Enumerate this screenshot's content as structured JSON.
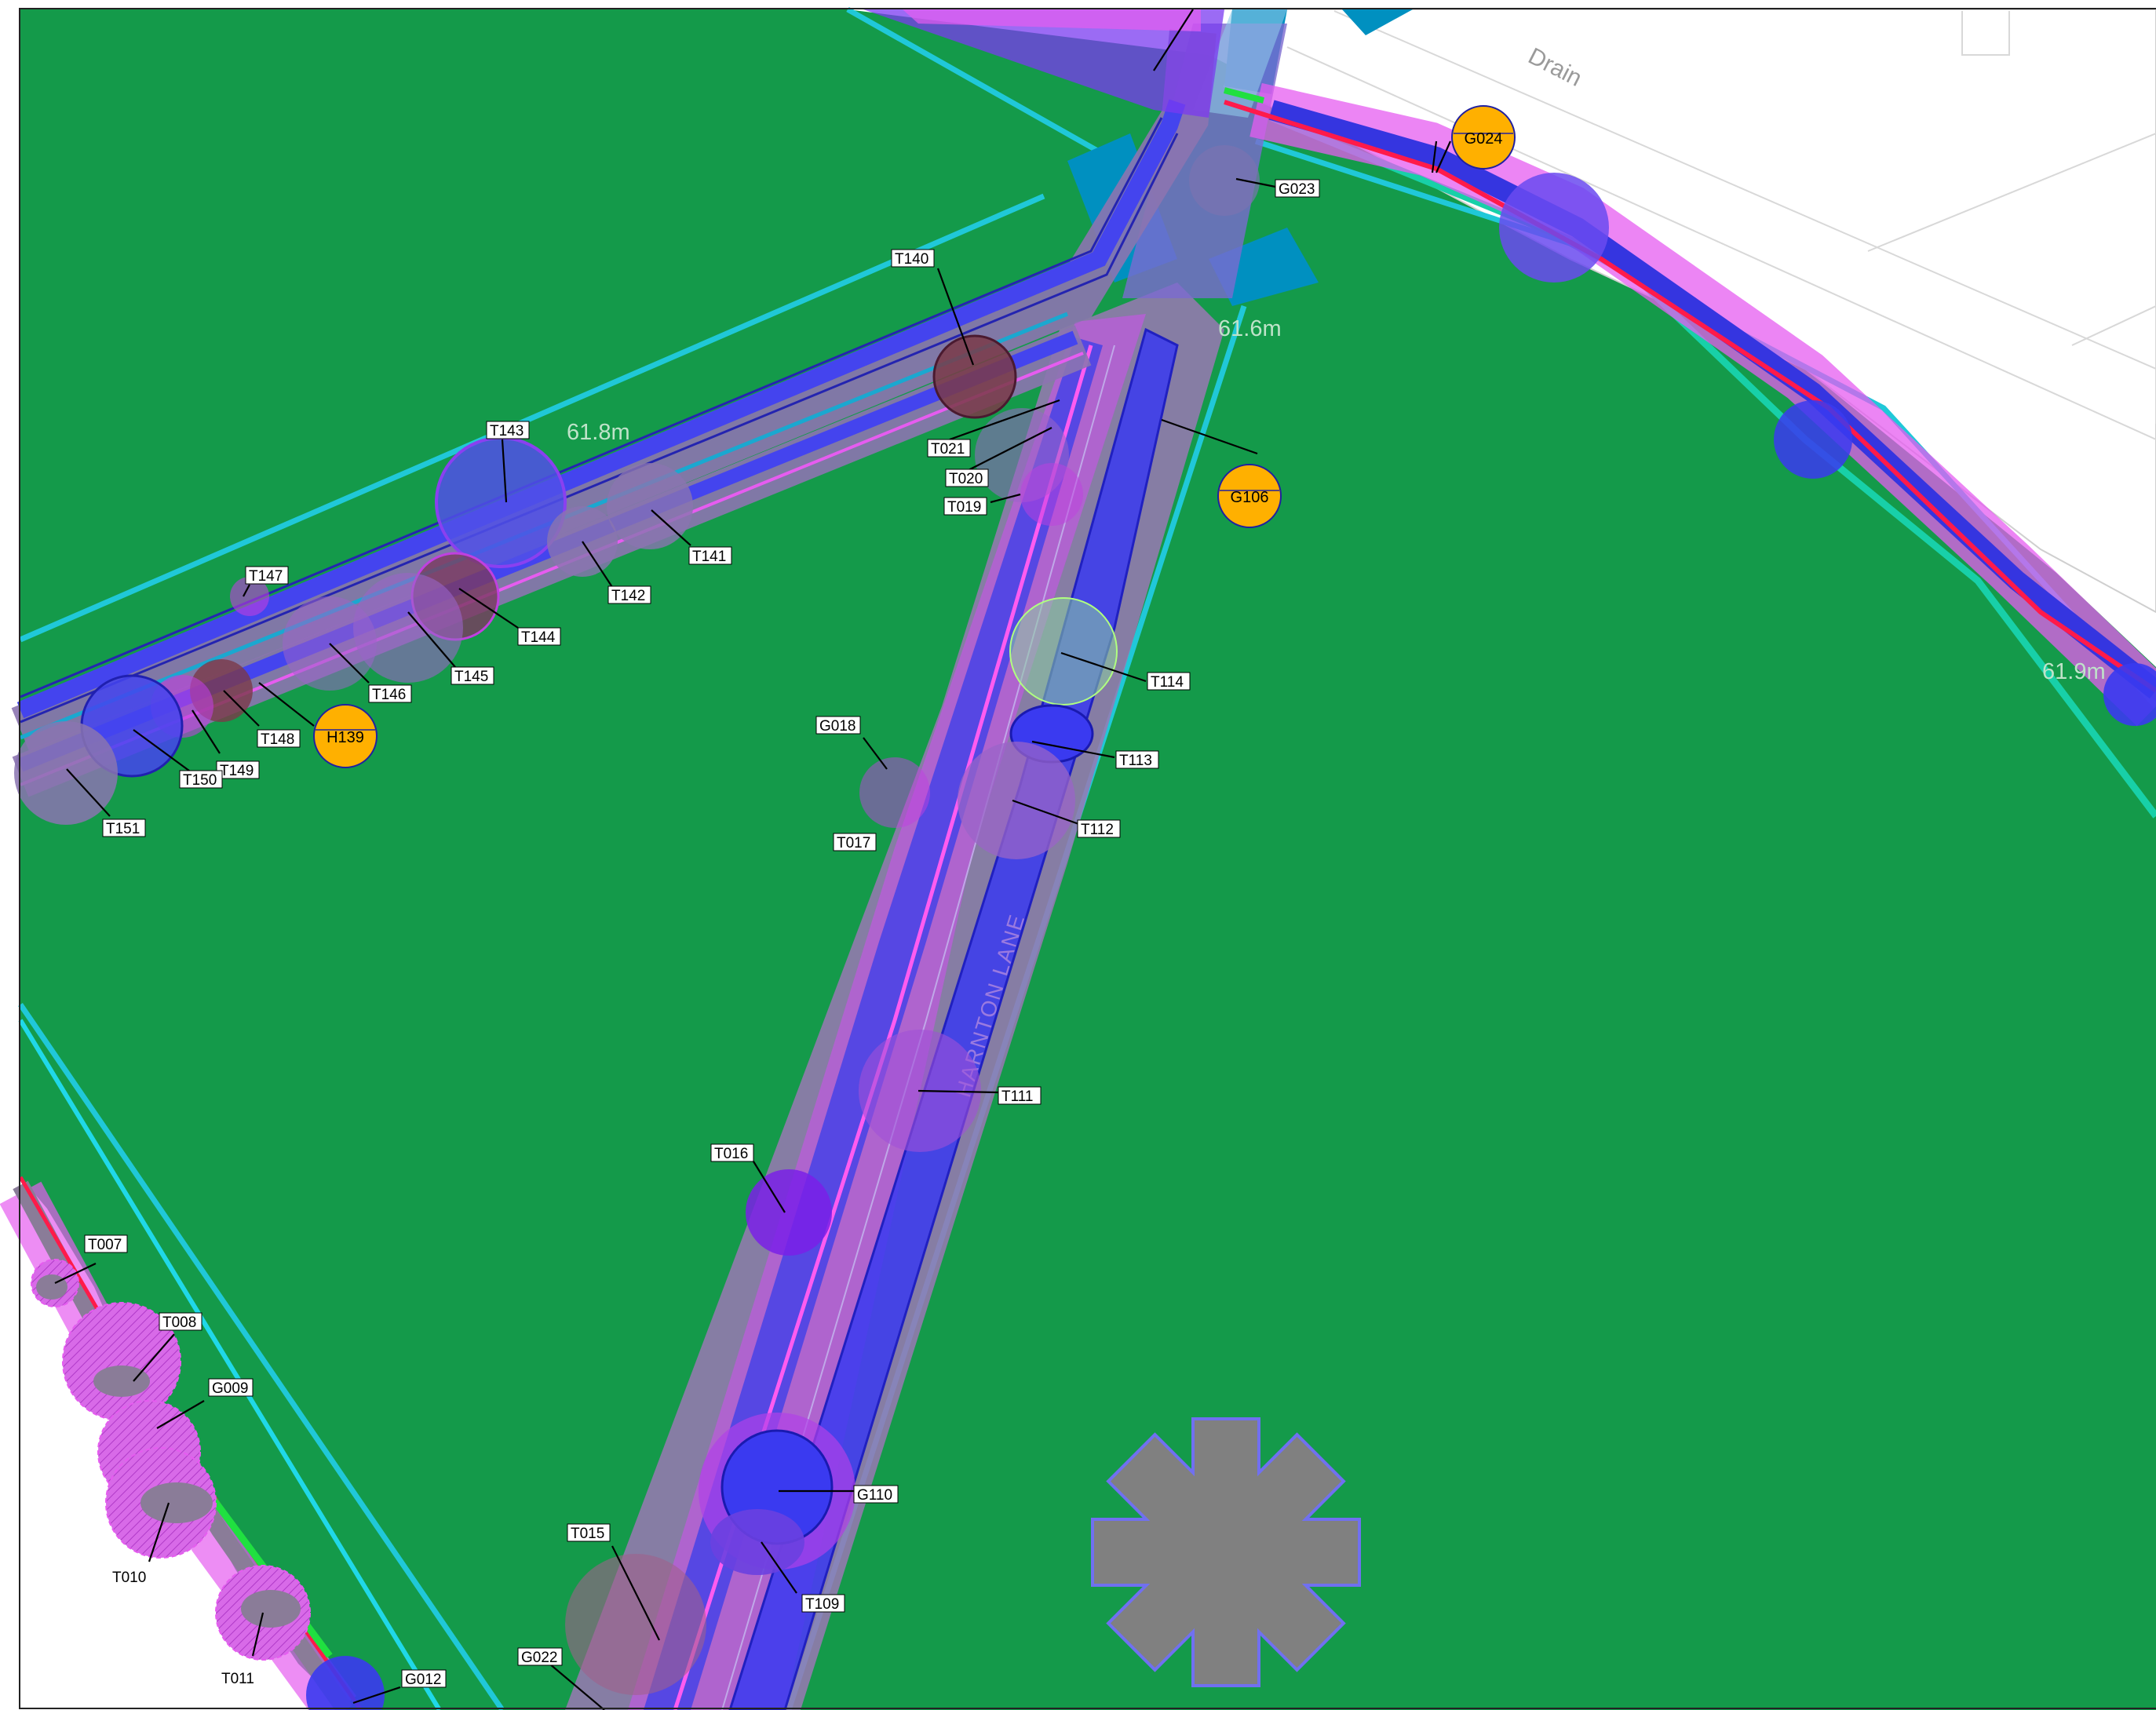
{
  "map": {
    "road_name": "HARNTON LANE",
    "drain_label": "Drain",
    "colors": {
      "field": "#149a4a",
      "rpa_magenta": "#e65cf0",
      "canopy_blue": "#3a3af0",
      "root_grey": "#8a7c98",
      "hedge_red": "#ff1a4a",
      "watercourse_cyan": "#20c8d8",
      "badge_orange": "#ffb000",
      "sign_blue": "#0090c0"
    },
    "elevations": [
      "61.8m",
      "61.6m",
      "61.9m"
    ],
    "badges": [
      "G024",
      "G106",
      "H139"
    ],
    "labels": {
      "T140": "T140",
      "T021": "T021",
      "T020": "T020",
      "T019": "T019",
      "G023": "G023",
      "T143": "T143",
      "T141": "T141",
      "T142": "T142",
      "T144": "T144",
      "T145": "T145",
      "T146": "T146",
      "T147": "T147",
      "T148": "T148",
      "T149": "T149",
      "T150": "T150",
      "T151": "T151",
      "T114": "T114",
      "T113": "T113",
      "T112": "T112",
      "G018": "G018",
      "T017": "T017",
      "T111": "T111",
      "T016": "T016",
      "T007": "T007",
      "T008": "T008",
      "G009": "G009",
      "T010": "T010",
      "T011": "T011",
      "G012": "G012",
      "T015": "T015",
      "G022": "G022",
      "G110": "G110",
      "T109": "T109"
    }
  }
}
